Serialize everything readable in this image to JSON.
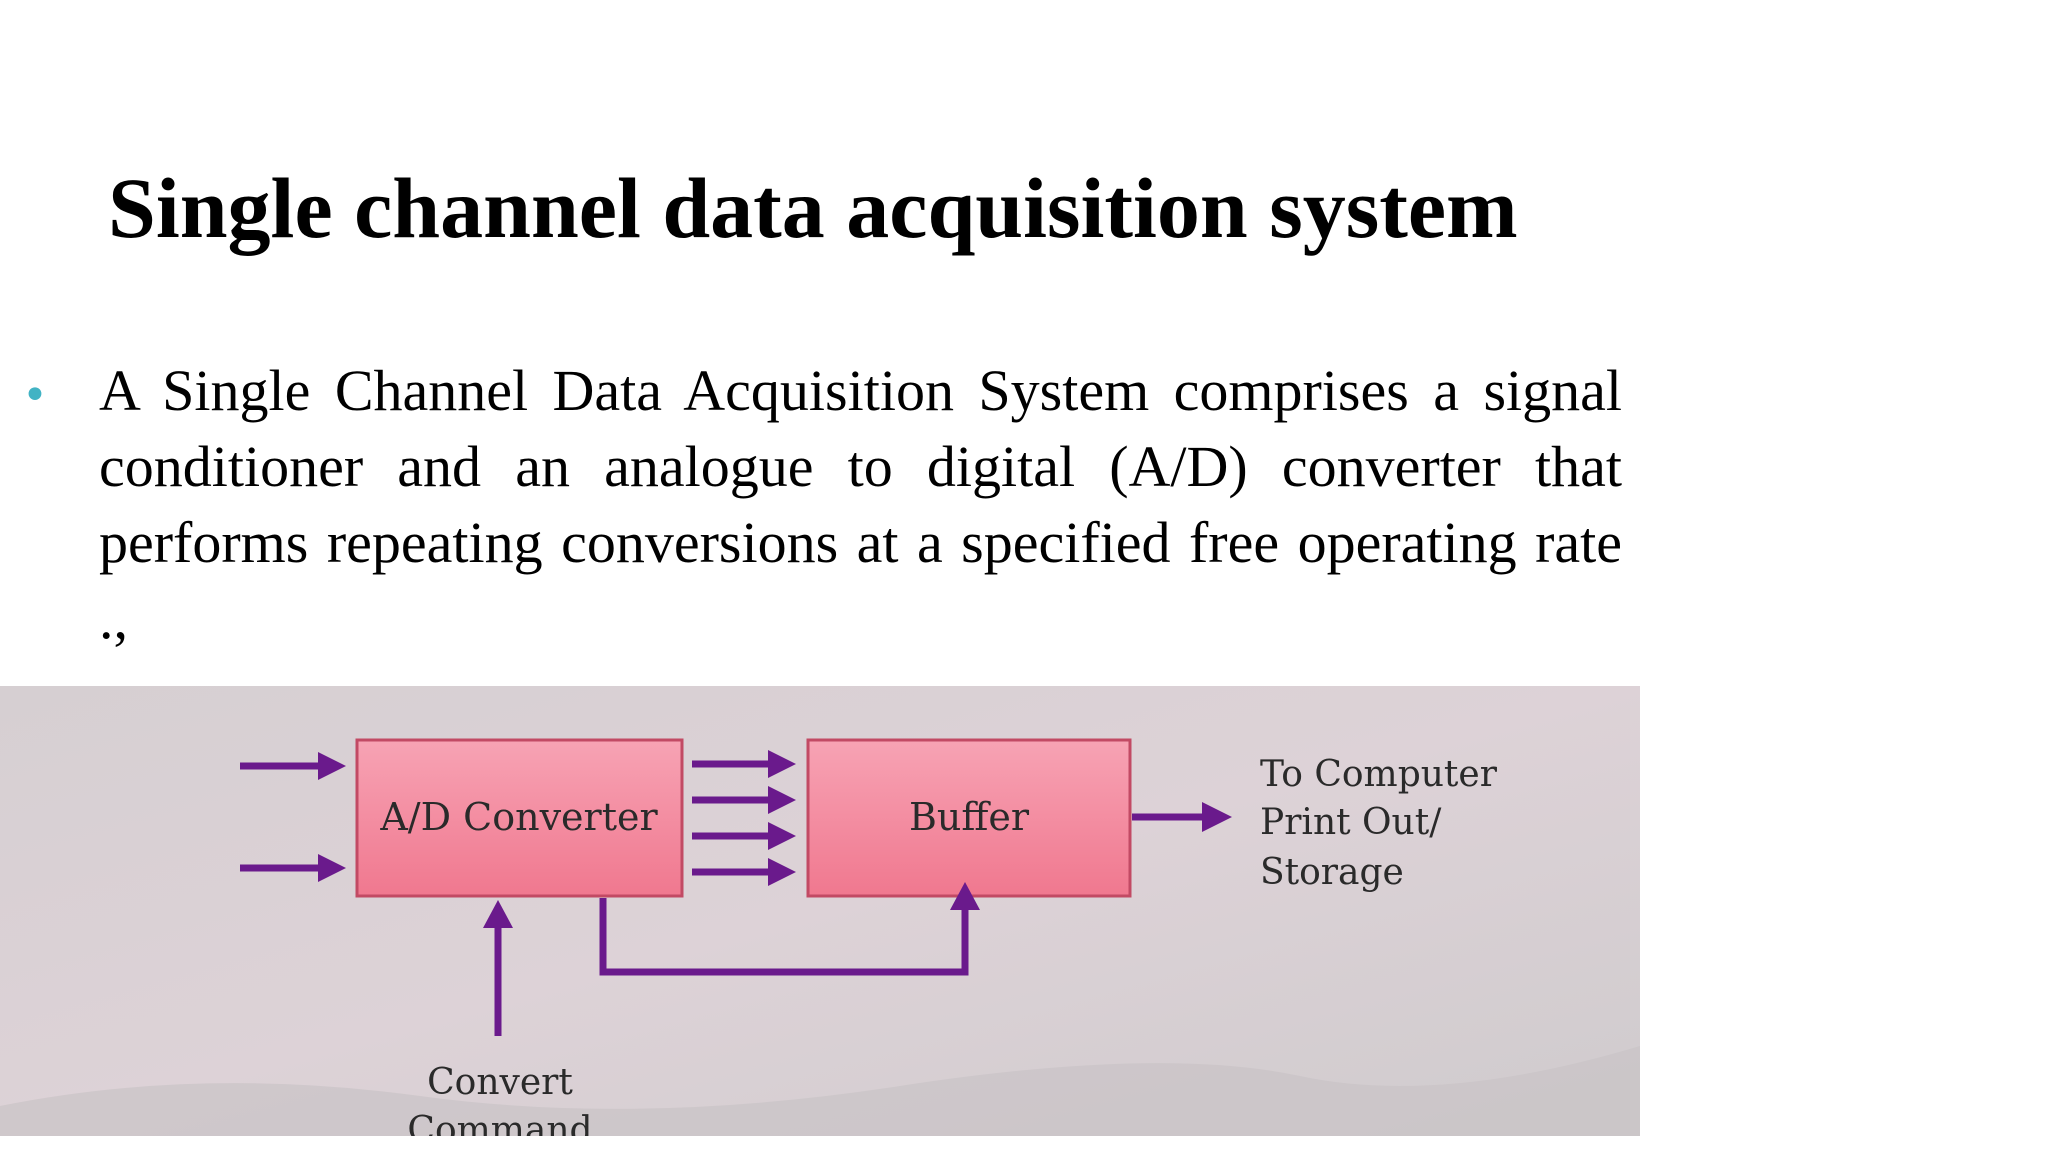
{
  "slide": {
    "title": "Single channel data acquisition system",
    "bullet_symbol": "•",
    "body": "A Single Channel Data Acquisition System comprises a signal conditioner and an analogue to digital (A/D) converter that performs repeating conversions at a specified free operating rate .,"
  },
  "diagram": {
    "blocks": {
      "adc": "A/D Converter",
      "buffer": "Buffer"
    },
    "output_lines": [
      "To Computer",
      "Print Out/",
      "Storage"
    ],
    "command_lines": [
      "Convert",
      "Command"
    ],
    "colors": {
      "block_fill": "#f48aa0",
      "block_stroke": "#c24a64",
      "arrow": "#6a1a8c",
      "background": "#d8d0d4",
      "bullet": "#41b3c4"
    }
  }
}
